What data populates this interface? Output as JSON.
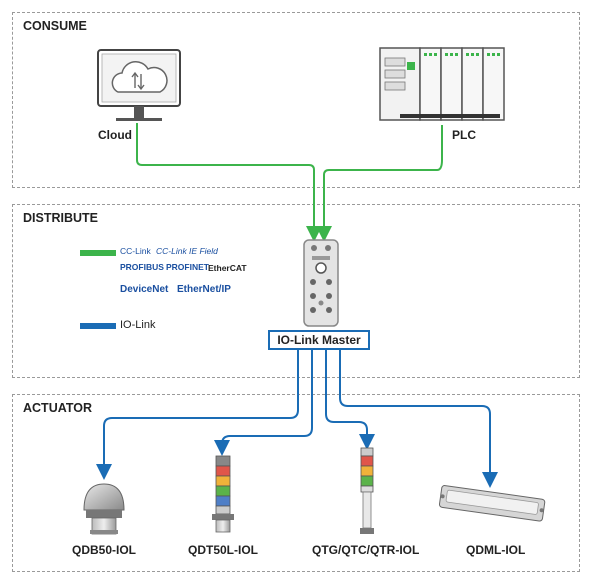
{
  "sections": {
    "consume": "CONSUME",
    "distribute": "DISTRIBUTE",
    "actuator": "ACTUATOR"
  },
  "devices": {
    "cloud": "Cloud",
    "plc": "PLC",
    "master": "IO-Link Master"
  },
  "legend": {
    "fieldbus_color": "#3cb44b",
    "iolink_color": "#1a6cb5",
    "iolink_label": "IO-Link",
    "protocols": [
      "CC-Link",
      "CC-Link IE Field",
      "PROFIBUS",
      "PROFINET",
      "EtherCAT",
      "DeviceNet",
      "EtherNet/IP"
    ]
  },
  "actuators": [
    {
      "name": "QDB50-IOL",
      "icon": "dome-light-icon"
    },
    {
      "name": "QDT50L-IOL",
      "icon": "tower-light-icon"
    },
    {
      "name": "QTG/QTC/QTR-IOL",
      "icon": "tower-light-tall-icon"
    },
    {
      "name": "QDML-IOL",
      "icon": "strip-light-icon"
    }
  ],
  "colors": {
    "green_wire": "#3cb44b",
    "blue_wire": "#1a6cb5",
    "border": "#9a9a9a"
  }
}
